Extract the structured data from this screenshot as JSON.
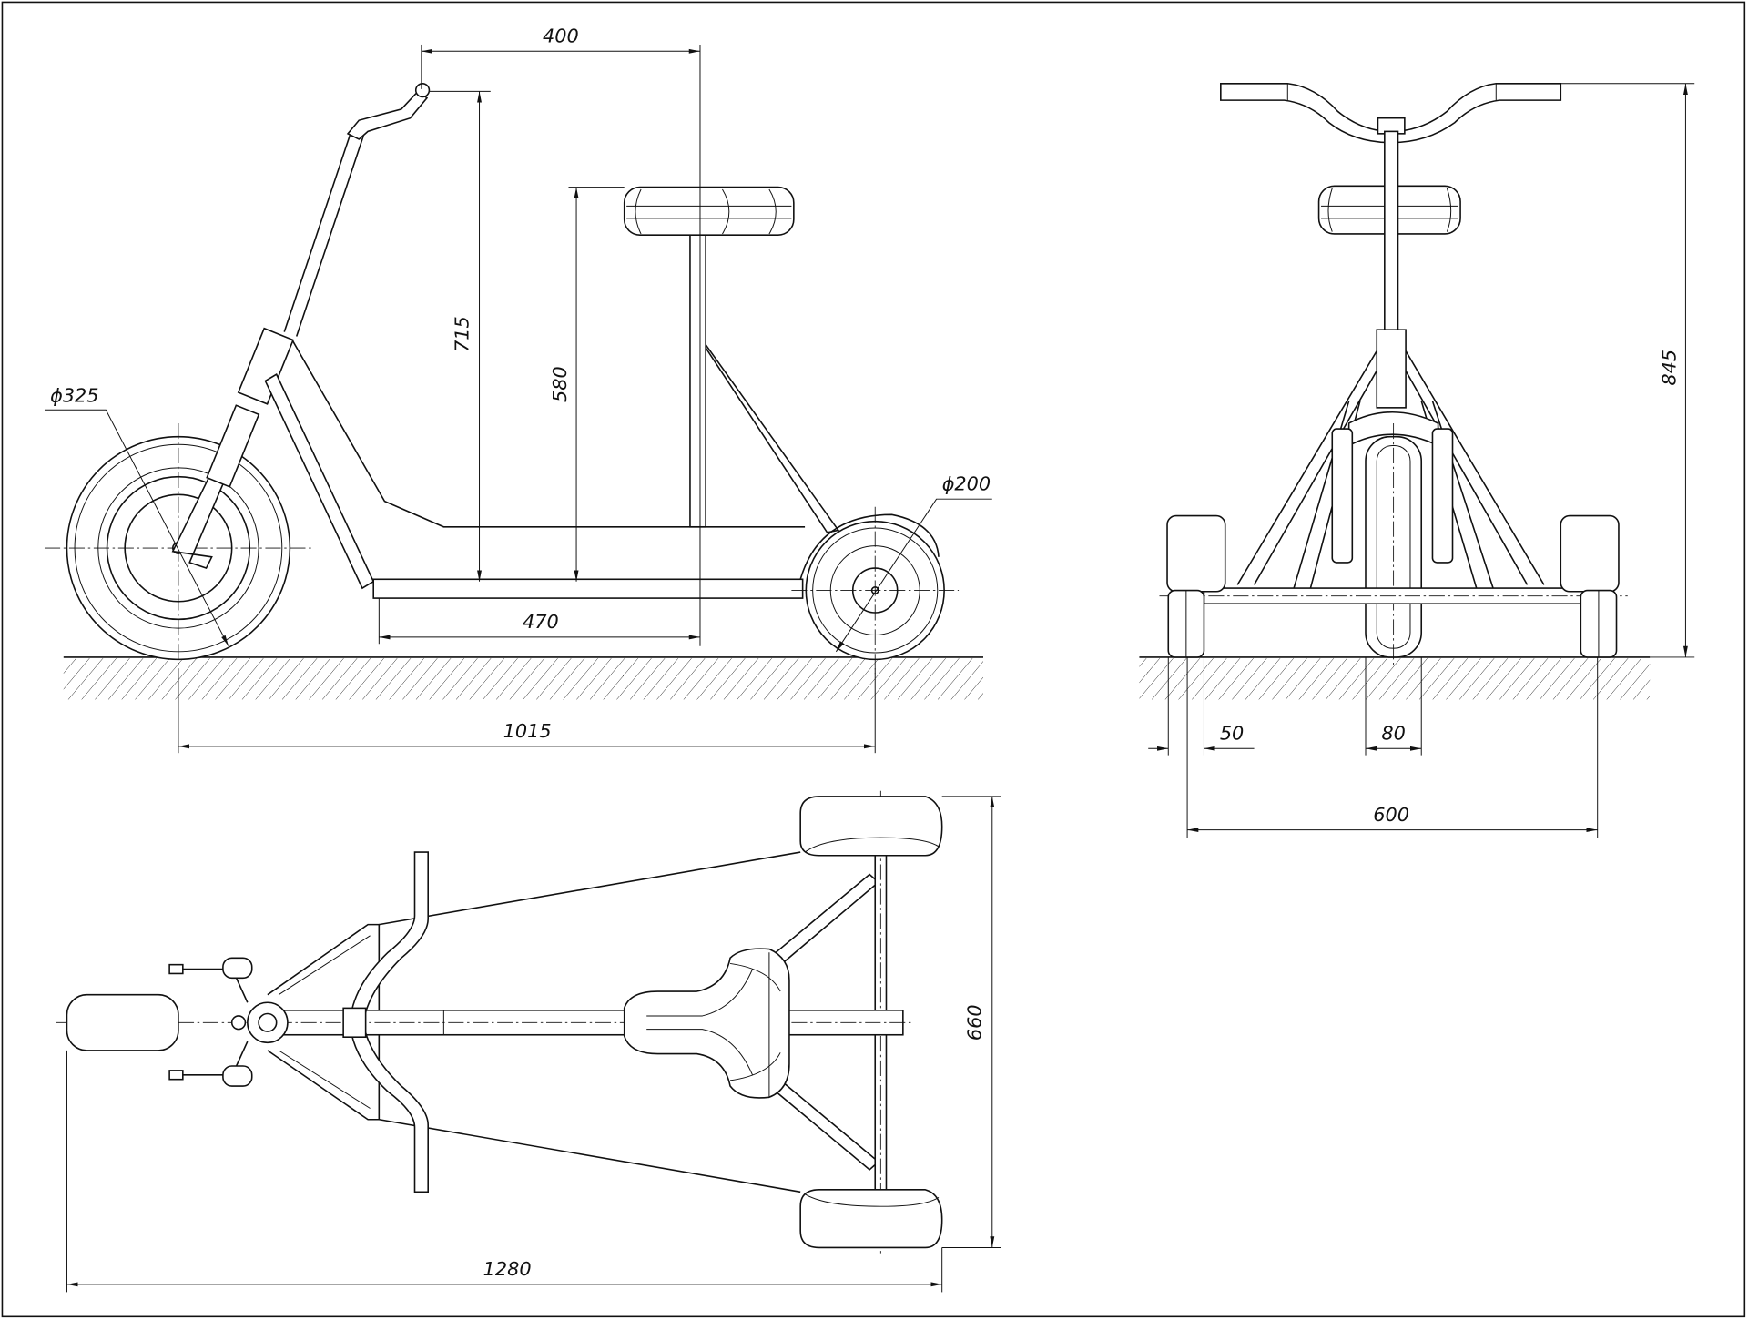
{
  "drawing": {
    "title": "Scooter with seat - three-view drawing",
    "side_view": {
      "dimensions": {
        "handlebar_to_seat_horizontal": "400",
        "handlebar_height": "715",
        "seat_height": "580",
        "deck_length": "470",
        "wheelbase": "1015",
        "front_wheel_diameter": "ϕ325",
        "rear_wheel_diameter": "ϕ200"
      }
    },
    "front_view": {
      "dimensions": {
        "overall_height": "845",
        "rear_wheel_width": "50",
        "front_wheel_width": "80",
        "track_width": "600"
      }
    },
    "top_view": {
      "dimensions": {
        "overall_width": "660",
        "overall_length": "1280"
      }
    }
  }
}
